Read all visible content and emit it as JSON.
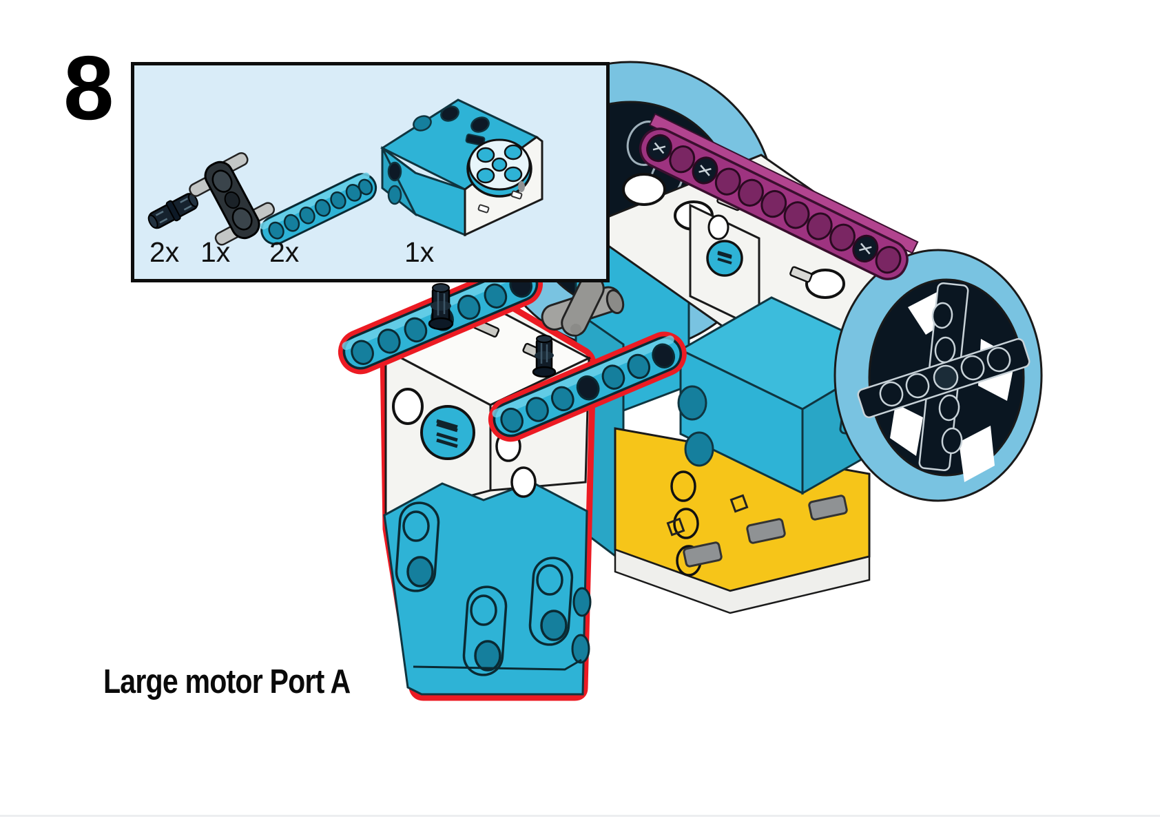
{
  "page": {
    "step_number": "8",
    "caption": "Large motor Port A"
  },
  "parts_panel": {
    "items": [
      {
        "icon": "technic-pin-black-icon",
        "qty": "2x"
      },
      {
        "icon": "perpendicular-pin-connector-icon",
        "qty": "1x"
      },
      {
        "icon": "technic-beam-7-hole-teal-icon",
        "qty": "2x"
      },
      {
        "icon": "large-motor-icon",
        "qty": "1x"
      }
    ],
    "panel_background": "#d9ecf8",
    "panel_border": "#0d0d0d"
  },
  "illustration": {
    "highlight_outline_color": "#ec1b23",
    "teal": "#2eb3d6",
    "teal_dark": "#157f9d",
    "wheel_tire_blue": "#79c3e1",
    "wheel_hub_dark": "#0a1621",
    "beam_magenta": "#9e3380",
    "hub_yellow": "#f6c519",
    "body_white": "#f4f4f1",
    "connector_gray": "#a3a3a0",
    "pin_black": "#111c27"
  }
}
